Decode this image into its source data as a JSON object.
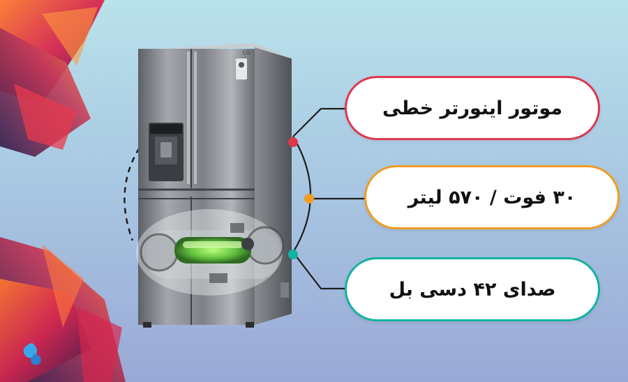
{
  "colors": {
    "feature1_accent": "#e0364e",
    "feature2_accent": "#f29c23",
    "feature3_accent": "#12b3a1",
    "background_top": "#b9e2ea",
    "background_bottom": "#9aa9d6"
  },
  "product": {
    "brand": "LG",
    "icons": [
      "refrigerator-image",
      "linear-inverter-motor-image",
      "brand-logo-icon"
    ]
  },
  "features": [
    {
      "label": "موتور اینورتر خطی"
    },
    {
      "label": "۳۰ فوت / ۵۷۰ لیتر"
    },
    {
      "label": "صدای ۴۲ دسی بل"
    }
  ]
}
